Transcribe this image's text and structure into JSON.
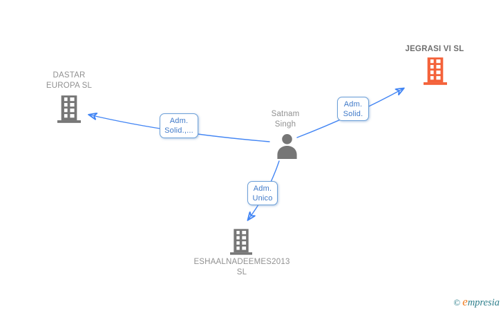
{
  "canvas": {
    "background": "#ffffff"
  },
  "colors": {
    "edge_blue": "#4285f4",
    "edge_label_text": "#3e78c8",
    "edge_label_border": "#6b9fd8",
    "company_icon_gray": "#767676",
    "company_icon_orange": "#f4623a",
    "node_text_gray": "#909090",
    "node_text_bold_gray": "#6e6e6e",
    "brand_teal": "#2e7f8c",
    "brand_orange": "#f07d23"
  },
  "nodes": {
    "dastar": {
      "type": "company",
      "line1": "DASTAR",
      "line2": "EUROPA SL"
    },
    "jegrasi": {
      "type": "company",
      "line1": "JEGRASI VI SL",
      "line2": ""
    },
    "satnam": {
      "type": "person",
      "line1": "Satnam",
      "line2": "Singh"
    },
    "eshaal": {
      "type": "company",
      "line1": "ESHAALNADEEMES2013",
      "line2": "SL"
    }
  },
  "edges": [
    {
      "from": "satnam",
      "to": "dastar",
      "label_line1": "Adm.",
      "label_line2": "Solid.,..."
    },
    {
      "from": "satnam",
      "to": "jegrasi",
      "label_line1": "Adm.",
      "label_line2": "Solid."
    },
    {
      "from": "satnam",
      "to": "eshaal",
      "label_line1": "Adm.",
      "label_line2": "Unico"
    }
  ],
  "watermark": {
    "copyright": "©",
    "brand_initial": "e",
    "brand_rest": "mpresia"
  }
}
